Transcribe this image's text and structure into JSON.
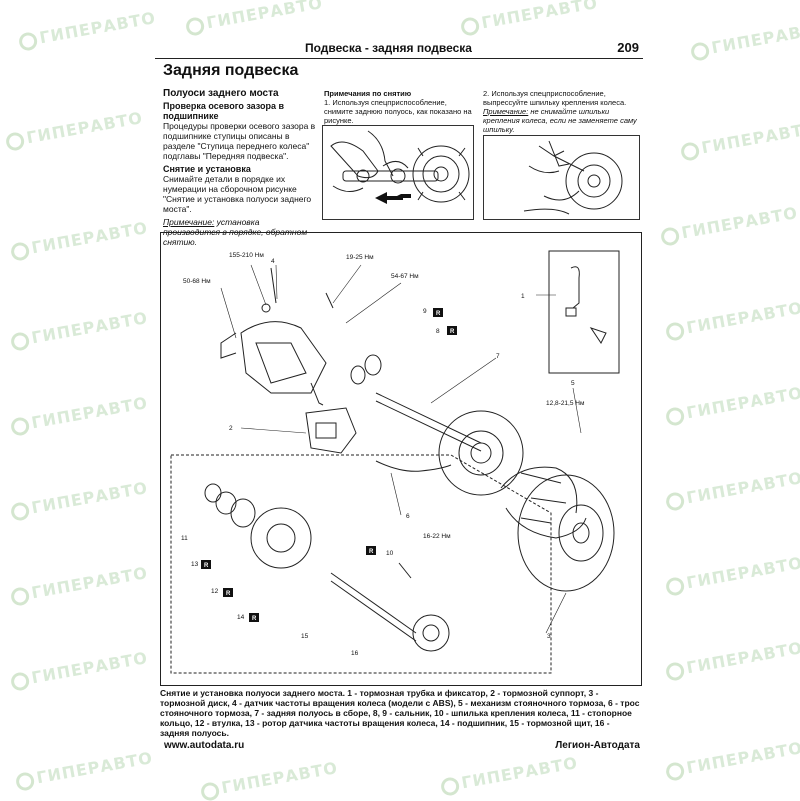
{
  "header": {
    "title": "Подвеска - задняя подвеска",
    "page_number": "209"
  },
  "watermark": {
    "text": "ГИПЕРАВТО"
  },
  "section_title": "Задняя подвеска",
  "left_column": {
    "heading": "Полуоси заднего моста",
    "sub1": "Проверка осевого зазора в подшипнике",
    "p1": "Процедуры проверки осевого зазора в подшипнике ступицы описаны в разделе \"Ступица переднего колеса\" подглавы \"Передняя подвеска\".",
    "sub2": "Снятие и установка",
    "p2": "Снимайте детали в порядке их нумерации на сборочном рисунке \"Снятие и установка полуоси заднего моста\".",
    "note_label": "Примечание:",
    "note_text": " установка производится в порядке, обратном снятию."
  },
  "middle_column": {
    "heading": "Примечания по снятию",
    "text": "1. Используя спецприспособление, снимите заднюю полуось, как показано на рисунке."
  },
  "right_column": {
    "text": "2. Используя спецприспособление, выпрессуйте шпильку крепления колеса.",
    "note_label": "Примечание:",
    "note_text": " не снимайте шпильки крепления колеса, если не заменяете саму шпильку."
  },
  "diagram": {
    "torques": [
      "155-210 Нм",
      "19-25 Нм",
      "54-67 Нм",
      "50-68 Нм",
      "12,8-21,5 Нм",
      "16-22 Нм"
    ],
    "numbers": [
      "1",
      "2",
      "3",
      "4",
      "5",
      "6",
      "7",
      "8",
      "9",
      "10",
      "11",
      "12",
      "13",
      "14",
      "15",
      "16"
    ],
    "replace_tag": "R"
  },
  "caption": "Снятие и установка полуоси заднего моста. 1 - тормозная трубка и фиксатор, 2 - тормозной суппорт, 3 - тормозной диск, 4 - датчик частоты вращения колеса (модели с ABS), 5 - механизм стояночного тормоза, 6 - трос стояночного тормоза, 7 - задняя полуось в сборе, 8, 9 - сальник, 10 - шпилька крепления колеса, 11 - стопорное кольцо, 12 - втулка, 13 - ротор датчика частоты вращения колеса, 14 - подшипник, 15 - тормозной щит, 16 - задняя полуось.",
  "footer": {
    "left": "www.autodata.ru",
    "right": "Легион-Автодата"
  }
}
